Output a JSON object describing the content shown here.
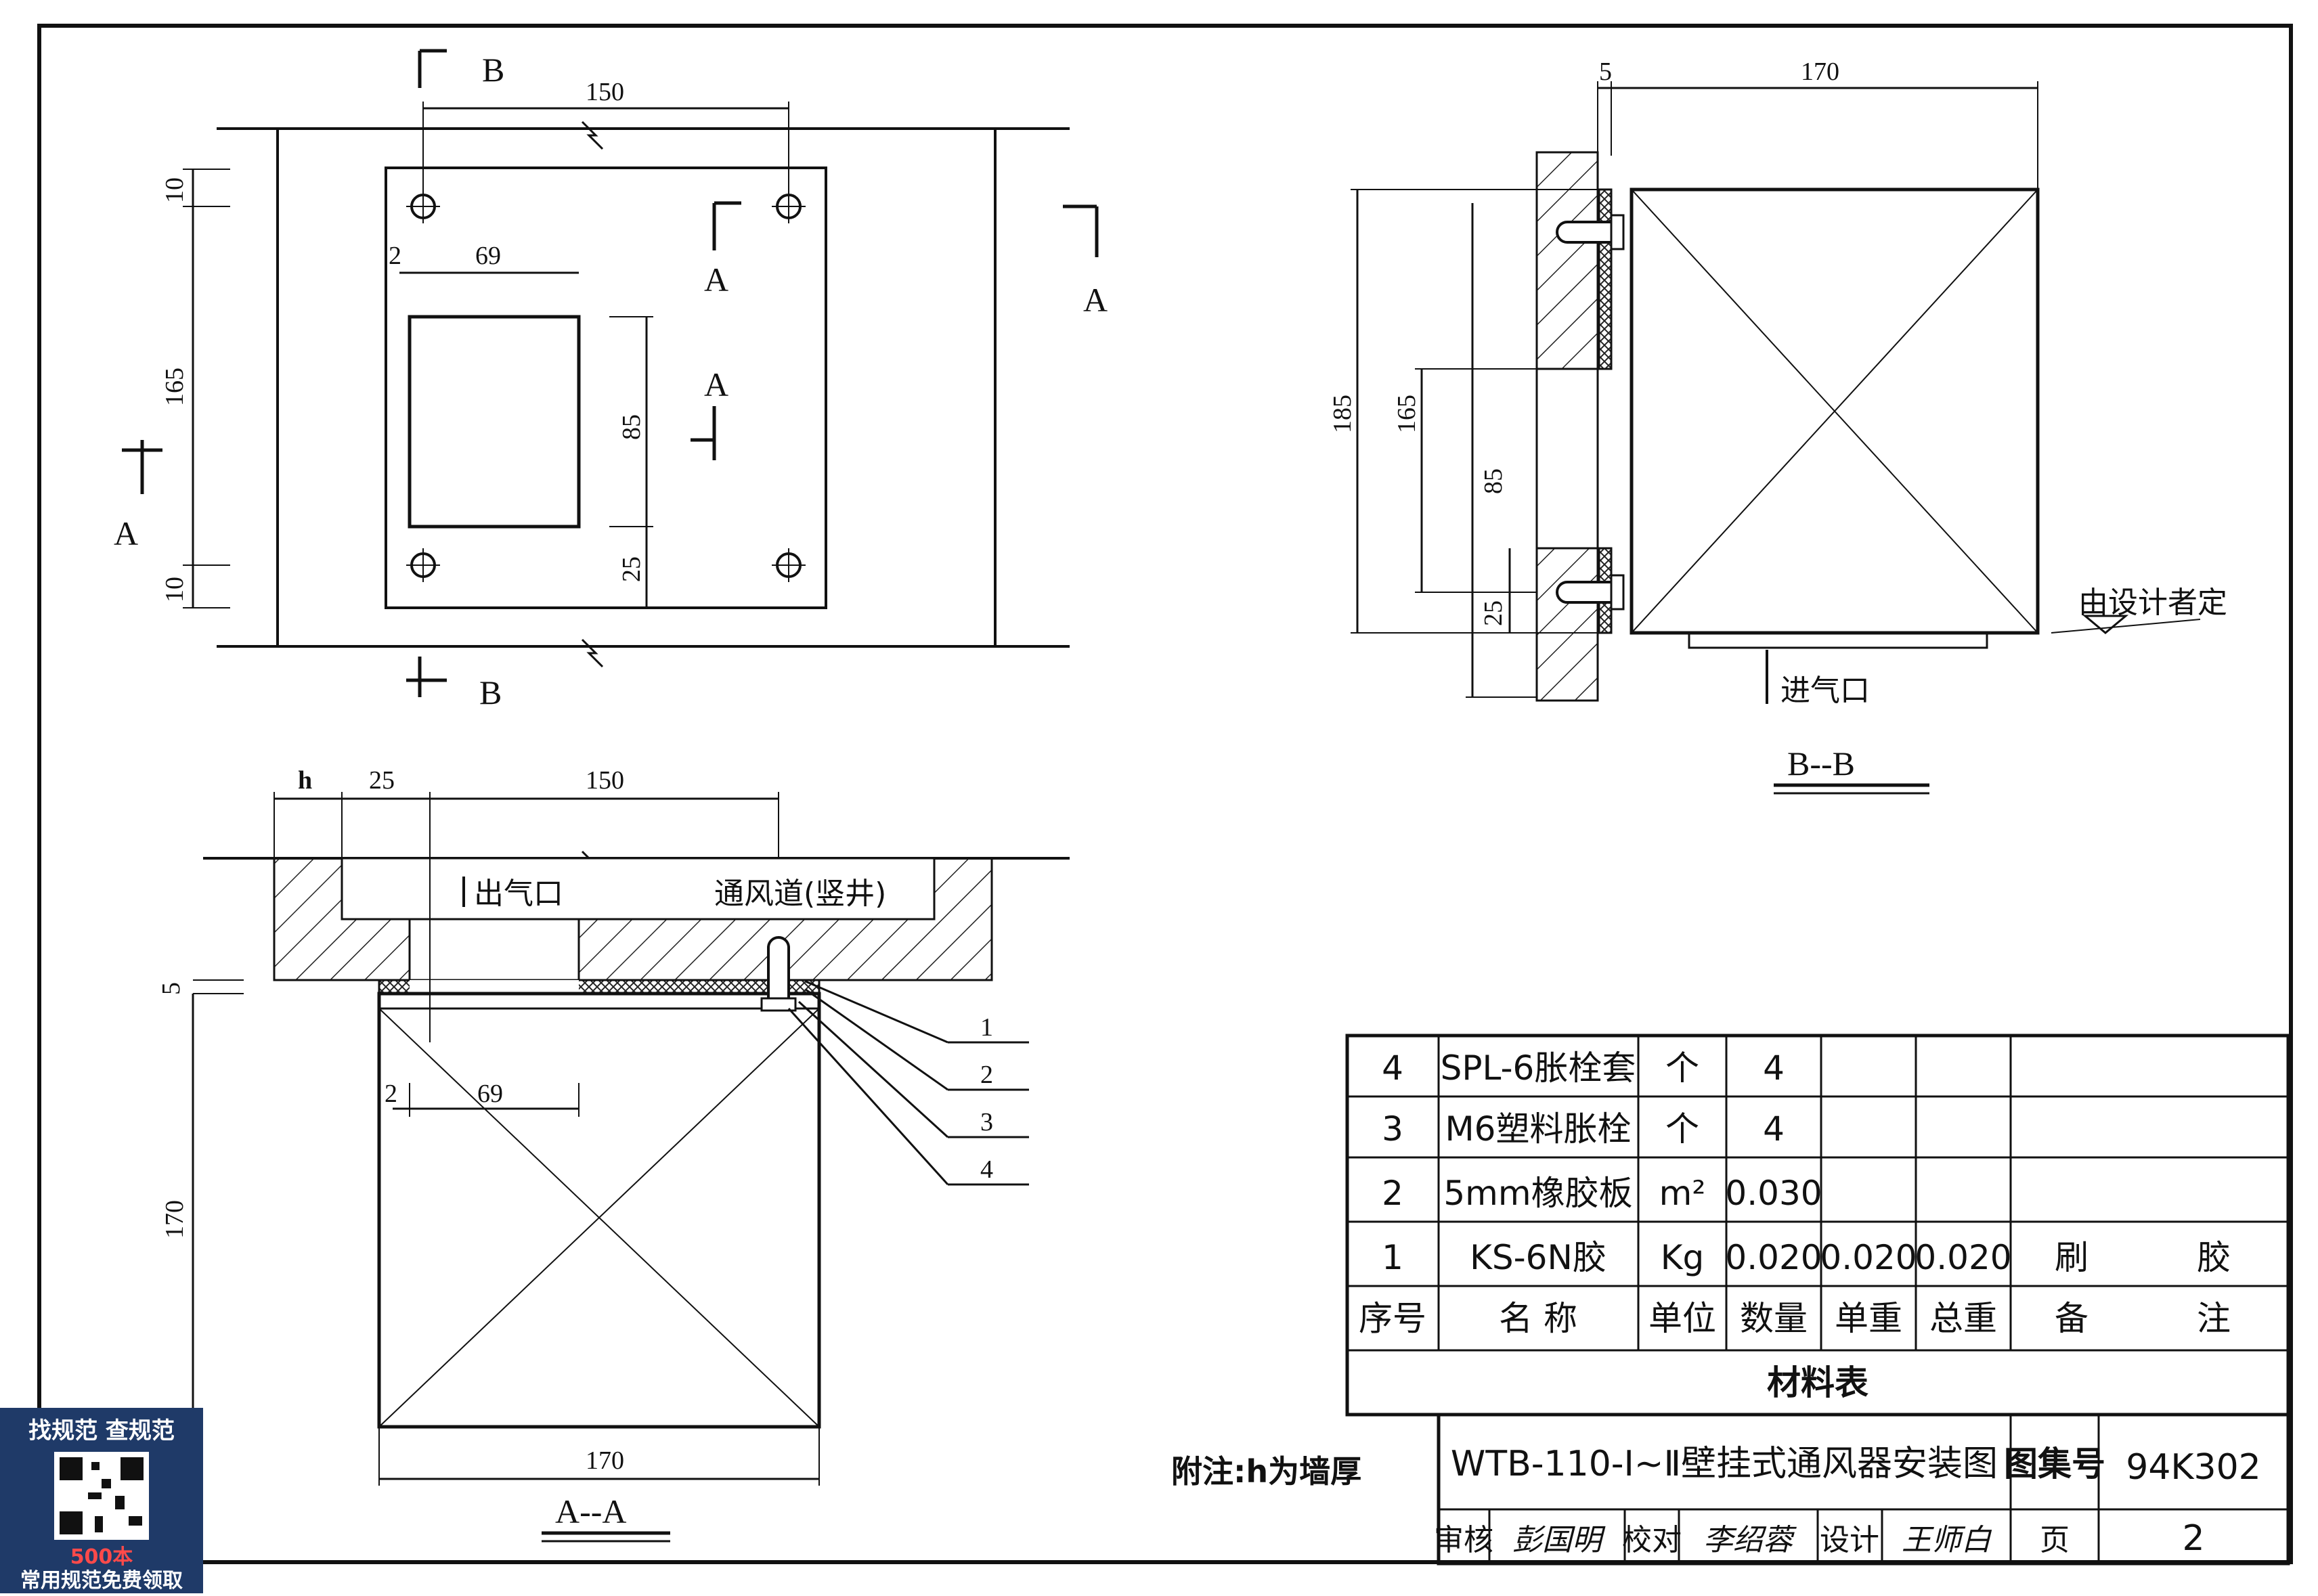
{
  "drawing": {
    "plan": {
      "dim_top": "150",
      "dim_inner_w": "69",
      "dim_gap": "2",
      "dim_left_total": "165",
      "dim_top_edge": "10",
      "dim_bottom_edge": "10",
      "dim_right_h": "85",
      "dim_right_lower": "25",
      "section_b": "B",
      "section_a": "A"
    },
    "section_bb": {
      "dim_top_gap": "5",
      "dim_top_w": "170",
      "dim_185": "185",
      "dim_165": "165",
      "dim_85": "85",
      "dim_25": "25",
      "note_designer": "由设计者定",
      "inlet": "进气口",
      "caption": "B--B"
    },
    "section_aa": {
      "dim_h": "h",
      "dim_25": "25",
      "dim_150": "150",
      "dim_5": "5",
      "dim_2": "2",
      "dim_69": "69",
      "dim_170_side": "170",
      "dim_170_bottom": "170",
      "outlet": "出气口",
      "shaft": "通风道(竖井)",
      "callouts": [
        "1",
        "2",
        "3",
        "4"
      ],
      "caption": "A--A"
    },
    "note": "附注:h为墙厚"
  },
  "materials": {
    "rows": [
      {
        "no": "4",
        "name": "SPL-6胀栓套",
        "unit": "个",
        "qty": "4",
        "unit_w": "",
        "total_w": "",
        "remark1": "",
        "remark2": ""
      },
      {
        "no": "3",
        "name": "M6塑料胀栓",
        "unit": "个",
        "qty": "4",
        "unit_w": "",
        "total_w": "",
        "remark1": "",
        "remark2": ""
      },
      {
        "no": "2",
        "name": "5mm橡胶板",
        "unit": "m²",
        "qty": "0.030",
        "unit_w": "",
        "total_w": "",
        "remark1": "",
        "remark2": ""
      },
      {
        "no": "1",
        "name": "KS-6N胶",
        "unit": "Kg",
        "qty": "0.020",
        "unit_w": "0.020",
        "total_w": "0.020",
        "remark1": "刷",
        "remark2": "胶"
      }
    ],
    "header": {
      "no": "序号",
      "name": "名 称",
      "unit": "单位",
      "qty": "数量",
      "unit_w": "单重",
      "total_w": "总重",
      "remark1": "备",
      "remark2": "注"
    },
    "caption": "材料表"
  },
  "title_block": {
    "title": "WTB-110-Ⅰ~Ⅱ壁挂式通风器安装图",
    "atlas_label": "图集号",
    "atlas_no": "94K302",
    "review_label": "审核",
    "review_sign": "彭国明",
    "check_label": "校对",
    "check_sign": "李绍蓉",
    "design_label": "设计",
    "design_sign": "王师白",
    "page_label": "页",
    "page_no": "2"
  },
  "watermark": {
    "line1": "找规范  查规范",
    "line2": "500本",
    "line3": "常用规范免费领取"
  }
}
